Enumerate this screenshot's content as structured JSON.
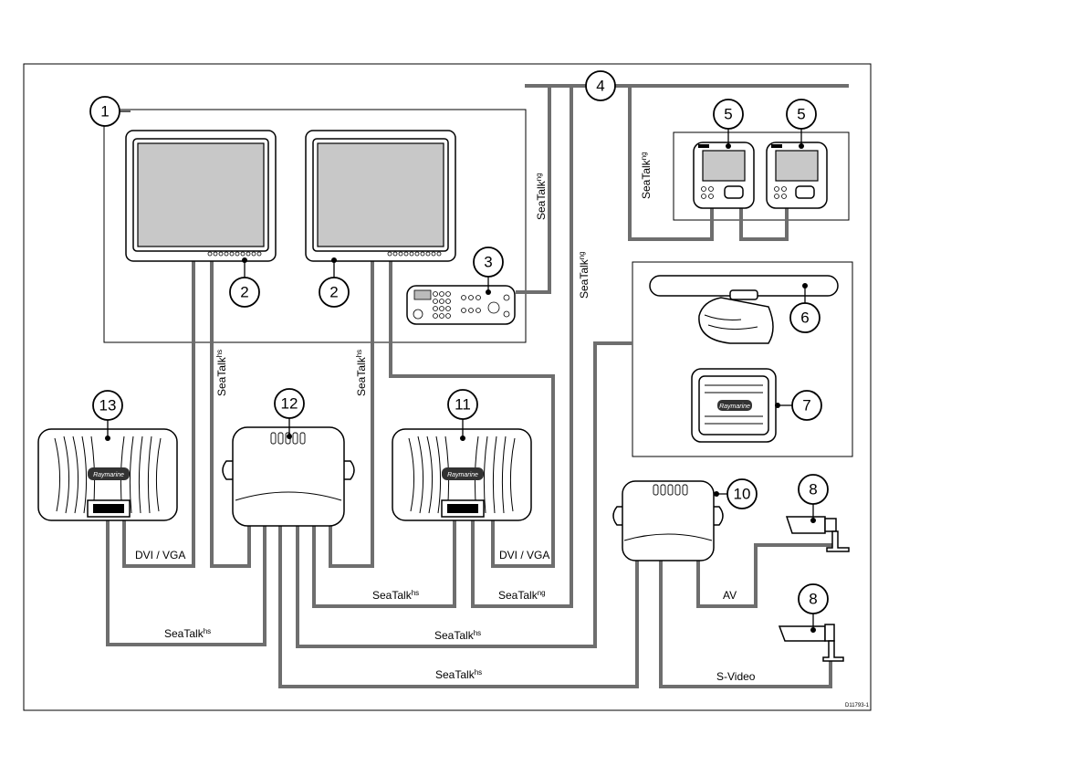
{
  "figure_code": "D11793-1",
  "callouts": [
    "1",
    "2",
    "2",
    "3",
    "4",
    "5",
    "5",
    "6",
    "7",
    "8",
    "8",
    "10",
    "11",
    "12",
    "13"
  ],
  "cable_labels": {
    "seatalk_ng": "SeaTalk",
    "seatalk_ng_sup": "ng",
    "seatalk_hs": "SeaTalk",
    "seatalk_hs_sup": "hs",
    "dvi_vga": "DVI / VGA",
    "av": "AV",
    "s_video": "S-Video"
  },
  "brand_text": "Raymarine"
}
